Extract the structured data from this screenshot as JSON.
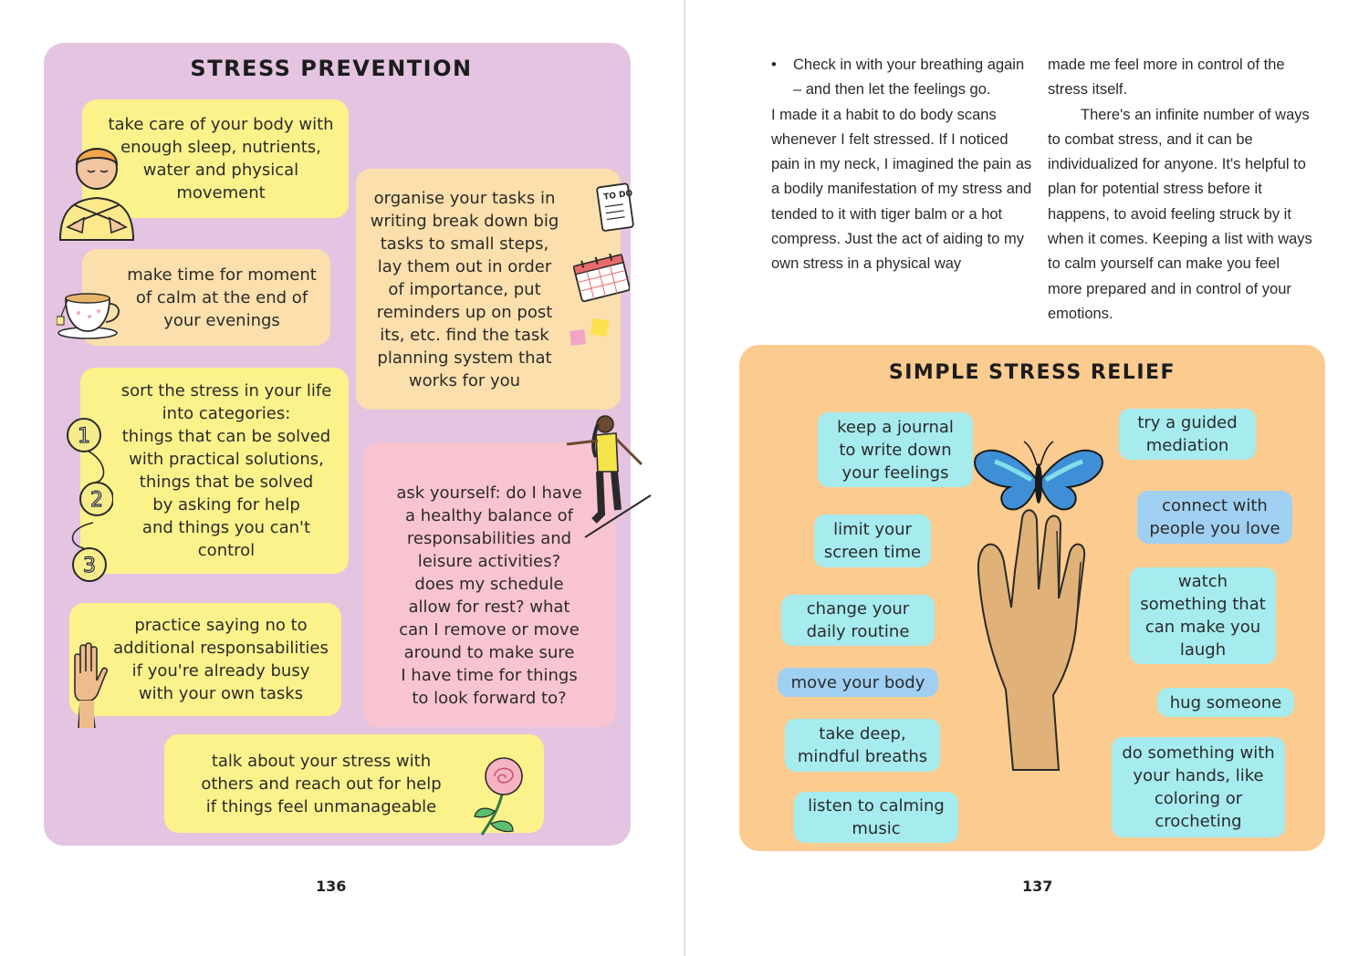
{
  "left_page": {
    "title": "STRESS PREVENTION",
    "page_number": "136",
    "cards": [
      {
        "text": "take care of your body with\nenough sleep, nutrients,\nwater and physical\nmovement"
      },
      {
        "text": "make time for moment\nof calm at the end of\nyour evenings"
      },
      {
        "text": "organise your tasks in\nwriting break down big\ntasks to small steps,\nlay them out in order\nof importance, put\nreminders up on post\nits, etc. find the task\nplanning system that\nworks for you"
      },
      {
        "text": "sort the stress in your life\ninto categories:\nthings that can be solved\nwith practical solutions,\nthings that be solved\nby asking for help\nand things you can't\ncontrol"
      },
      {
        "text": "ask yourself: do I have\na healthy balance of\nresponsabilities and\nleisure activities?\ndoes my schedule\nallow for rest? what\ncan I remove or move\naround to make sure\nI have time for things\nto look forward to?"
      },
      {
        "text": "practice saying no to\nadditional responsabilities\nif you're already busy\nwith your own tasks"
      },
      {
        "text": "talk about your stress with\nothers and reach out for help\nif things feel unmanageable"
      }
    ],
    "numbers": [
      "1",
      "2",
      "3"
    ],
    "todo_label": "TO DO"
  },
  "right_page": {
    "page_number": "137",
    "column_left": {
      "bullet": "•",
      "bullet_text": "Check in with your breathing again – and then let the feelings go.",
      "paragraph": "I made it a habit to do body scans whenever I felt stressed. If I noticed pain in my neck, I imagined the pain as a bodily manifestation of my stress and tended to it with tiger balm or a hot compress. Just the act of aiding to my own stress in a physical way"
    },
    "column_right": {
      "continuation": "made me feel more in control of the stress itself.",
      "paragraph": "There's an infinite number of ways to combat stress, and it can be individualized for anyone. It's helpful to plan for potential stress before it happens, to avoid feeling struck by it when it comes. Keeping a list with ways to calm yourself can make you feel more prepared and in control of your emotions."
    },
    "relief": {
      "title": "SIMPLE STRESS RELIEF",
      "left_pills": [
        "keep a journal\nto write down\nyour feelings",
        "limit your\nscreen time",
        "change your\ndaily routine",
        "move your body",
        "take deep,\nmindful breaths",
        "listen to calming\nmusic"
      ],
      "right_pills": [
        "try a guided\nmediation",
        "connect with\npeople you love",
        "watch\nsomething that\ncan make you\nlaugh",
        "hug someone",
        "do something with\nyour hands, like\ncoloring or\ncrocheting"
      ]
    }
  },
  "colors": {
    "left_panel": "#e4c4e0",
    "yellow": "#fbf28c",
    "peach": "#fbdfac",
    "pink": "#f9c4d1",
    "right_panel": "#fbcb90",
    "teal": "#a6ebee",
    "blue": "#9fd0f2"
  }
}
